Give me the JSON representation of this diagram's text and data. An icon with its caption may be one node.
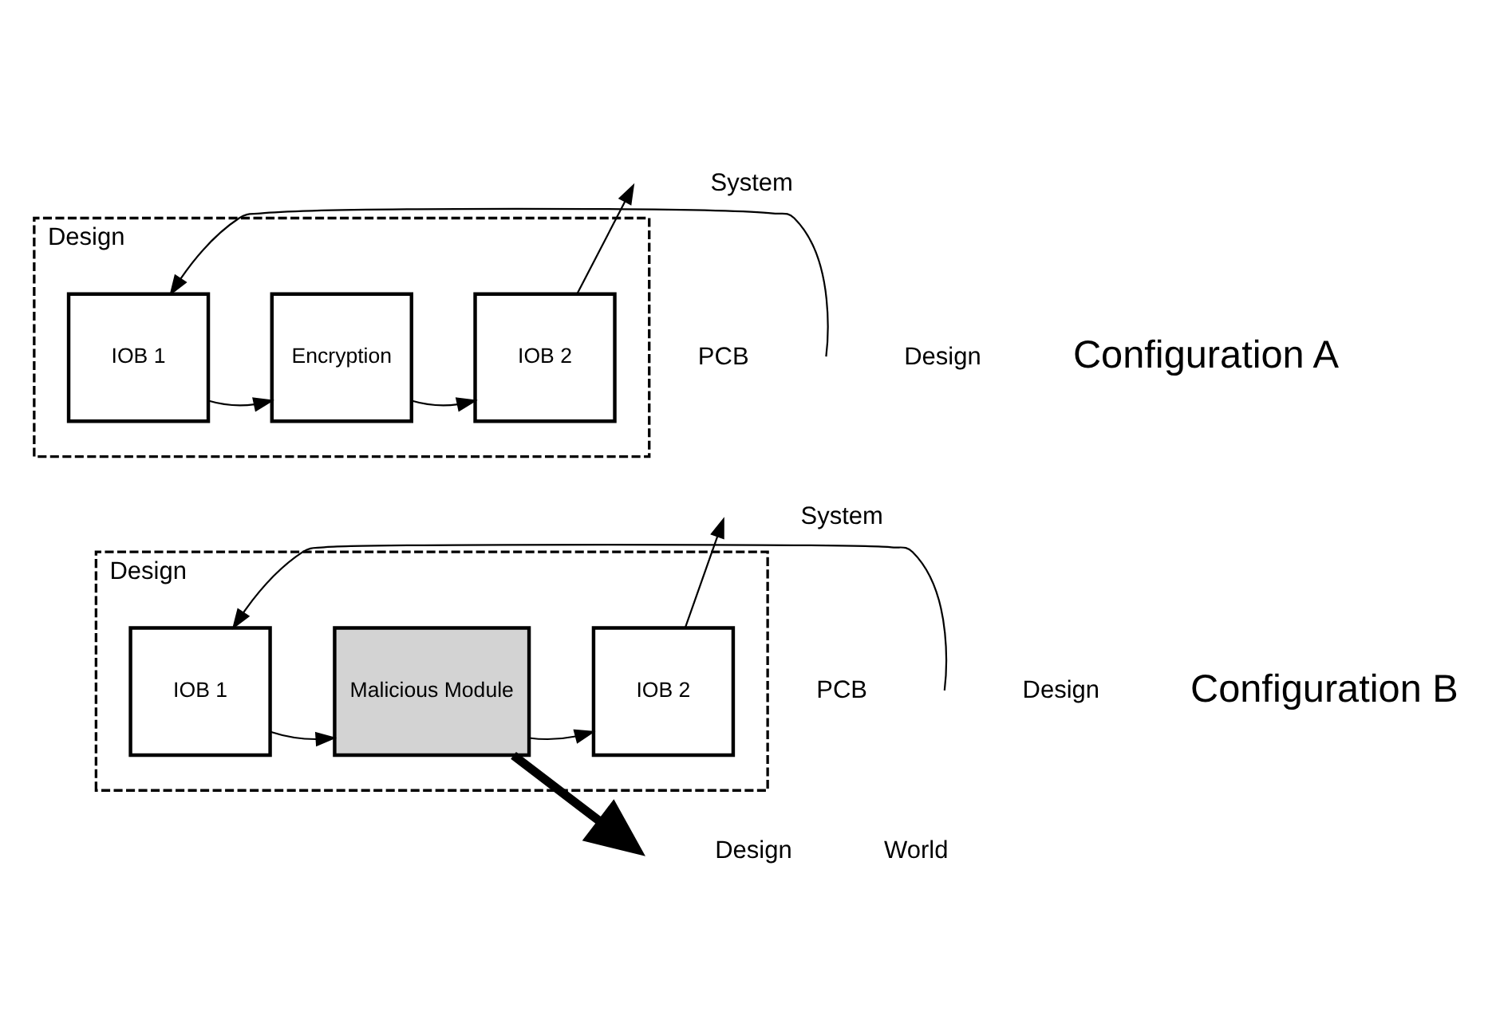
{
  "diagram": {
    "nodes": [
      {
        "text": [
          "Design"
        ]
      },
      {
        "text": [
          "IOB 1"
        ],
        "in": 0
      },
      {
        "text": [
          "Encryption"
        ],
        "in": 0
      },
      {
        "text": [
          "IOB 2"
        ],
        "in": 0
      },
      {
        "text": [
          "Design"
        ]
      },
      {
        "text": [
          "IOB 1"
        ],
        "in": 4
      },
      {
        "text": [
          "Malicious Module"
        ],
        "in": 4
      },
      {
        "text": [
          "IOB 2"
        ],
        "in": 4
      }
    ],
    "edges": [
      {
        "from": null,
        "to": 1,
        "arrow": "to"
      },
      {
        "from": 1,
        "to": 2,
        "arrow": "to"
      },
      {
        "from": 2,
        "to": 3,
        "arrow": "to"
      },
      {
        "from": 3,
        "to": null,
        "arrow": "to"
      },
      {
        "from": null,
        "to": 5,
        "arrow": "to"
      },
      {
        "from": 5,
        "to": 6,
        "arrow": "to"
      },
      {
        "from": 6,
        "to": 7,
        "arrow": "to"
      },
      {
        "from": 7,
        "to": null,
        "arrow": "to"
      },
      {
        "from": 6,
        "to": null,
        "arrow": "to",
        "style": "thick"
      }
    ],
    "labels": [
      "System",
      "PCB",
      "Design",
      "Configuration A",
      "System",
      "PCB",
      "Design",
      "Configuration B",
      "Design",
      "World"
    ]
  }
}
